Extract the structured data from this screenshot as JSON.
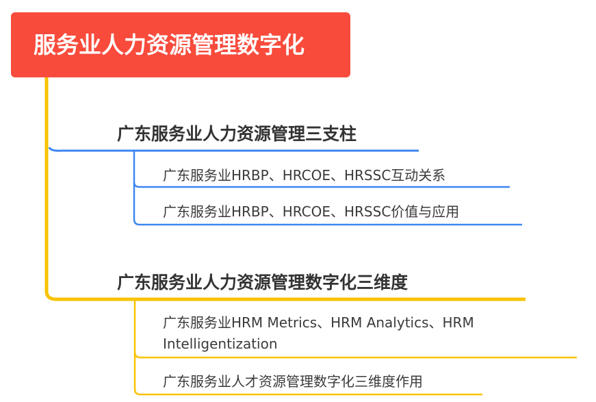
{
  "root": {
    "label": "服务业人力资源管理数字化",
    "color": "#F84B3C"
  },
  "branches": [
    {
      "label": "广东服务业人力资源管理三支柱",
      "color": "#3D86F0",
      "children": [
        {
          "label": "广东服务业HRBP、HRCOE、HRSSC互动关系"
        },
        {
          "label": "广东服务业HRBP、HRCOE、HRSSC价值与应用"
        }
      ]
    },
    {
      "label": "广东服务业人力资源管理数字化三维度",
      "color": "#F8C300",
      "children": [
        {
          "label": "广东服务业HRM Metrics、HRM Analytics、HRM Intelligentization"
        },
        {
          "label": "广东服务业人才资源管理数字化三维度作用"
        }
      ]
    }
  ]
}
